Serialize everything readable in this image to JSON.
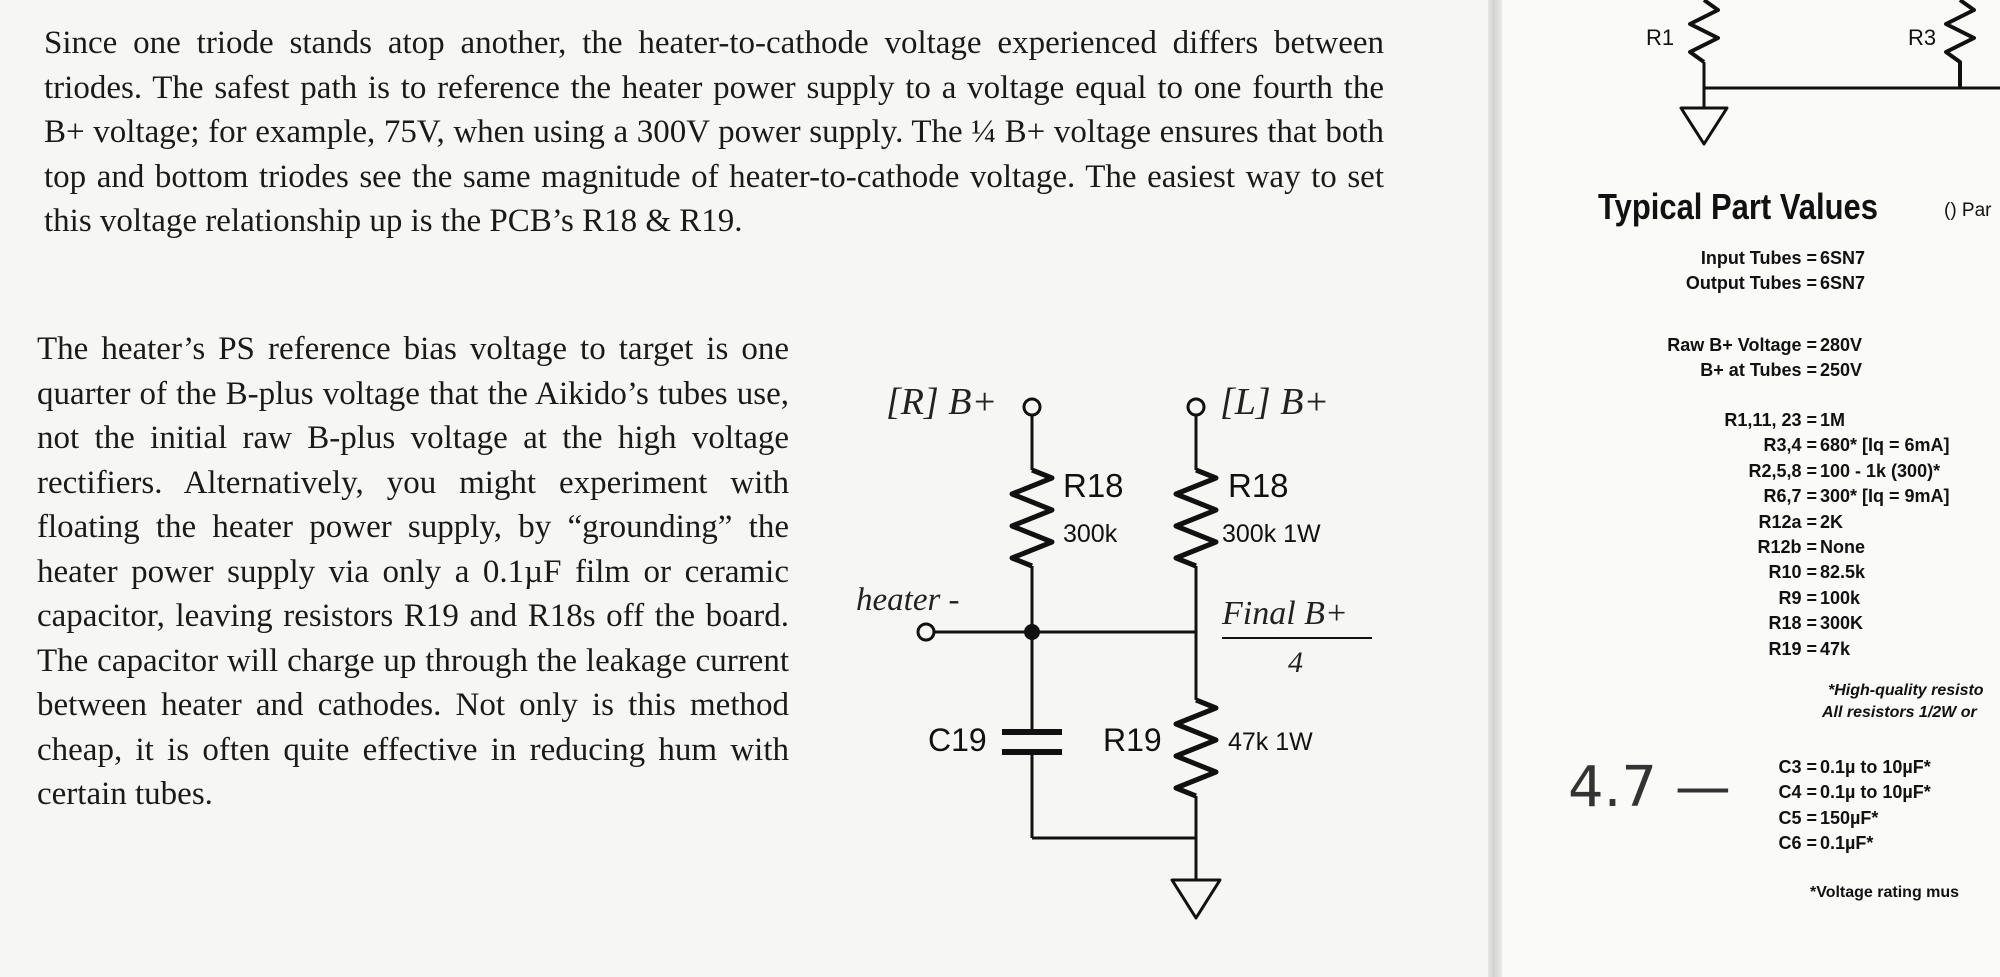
{
  "paragraphs": {
    "p1": "Since one triode stands atop another, the heater-to-cathode voltage experienced differs between triodes. The safest path is to reference the heater power supply to a voltage equal to one fourth the B+ voltage; for example, 75V, when using a 300V power supply. The ¼ B+ voltage ensures that both top and bottom triodes see the same magnitude of heater-to-cathode voltage. The easiest way to set this voltage relationship up is the PCB’s R18 & R19.",
    "p2": "The heater’s PS reference bias voltage to target is one quarter of the B-plus voltage that the Aikido’s tubes use, not the initial raw B-plus voltage at the high voltage rectifiers. Alternatively, you might experiment with floating the heater power supply, by “grounding” the heater power supply via only a 0.1µF film or ceramic capacitor, leaving resistors R19 and R18s off the board. The capacitor will charge up through the leakage current between heater and cathodes. Not only is this method cheap, it is often quite effective in reducing hum with certain tubes."
  },
  "schematic": {
    "r_bplus": "[R] B+",
    "l_bplus": "[L] B+",
    "r18_left_name": "R18",
    "r18_left_value": "300k",
    "r18_right_name": "R18",
    "r18_right_value": "300k 1W",
    "heater": "heater -",
    "final_b_top": "Final B+",
    "final_b_bottom": "4",
    "c19": "C19",
    "r19_name": "R19",
    "r19_value": "47k 1W"
  },
  "right_page": {
    "top_r1": "R1",
    "top_r3": "R3",
    "title": "Typical Part Values",
    "subtitle": "() Par",
    "groups": [
      [
        {
          "name": "Input Tubes =",
          "value": "6SN7"
        },
        {
          "name": "Output Tubes =",
          "value": "6SN7"
        }
      ],
      [
        {
          "name": "Raw B+ Voltage =",
          "value": "280V"
        },
        {
          "name": "B+ at Tubes =",
          "value": "250V"
        }
      ],
      [
        {
          "name": "R1,11, 23 =",
          "value": "1M"
        },
        {
          "name": "R3,4 =",
          "value": "680* [Iq = 6mA]"
        },
        {
          "name": "R2,5,8 =",
          "value": "100 - 1k (300)*"
        },
        {
          "name": "R6,7 =",
          "value": "300* [Iq = 9mA]"
        },
        {
          "name": "R12a =",
          "value": "2K"
        },
        {
          "name": "R12b =",
          "value": "None"
        },
        {
          "name": "R10 =",
          "value": "82.5k"
        },
        {
          "name": "R9 =",
          "value": "100k"
        },
        {
          "name": "R18 =",
          "value": "300K"
        },
        {
          "name": "R19 =",
          "value": "47k"
        }
      ],
      [
        {
          "name": "C3 =",
          "value": "0.1µ to 10µF*"
        },
        {
          "name": "C4 =",
          "value": "0.1µ to 10µF*"
        },
        {
          "name": "C5 =",
          "value": "150µF*"
        },
        {
          "name": "C6 =",
          "value": "0.1µF*"
        }
      ]
    ],
    "note1": "*High-quality resisto",
    "note2": "All resistors 1/2W or",
    "voltage_note": "*Voltage rating mus",
    "handwritten": "4.7 —"
  }
}
